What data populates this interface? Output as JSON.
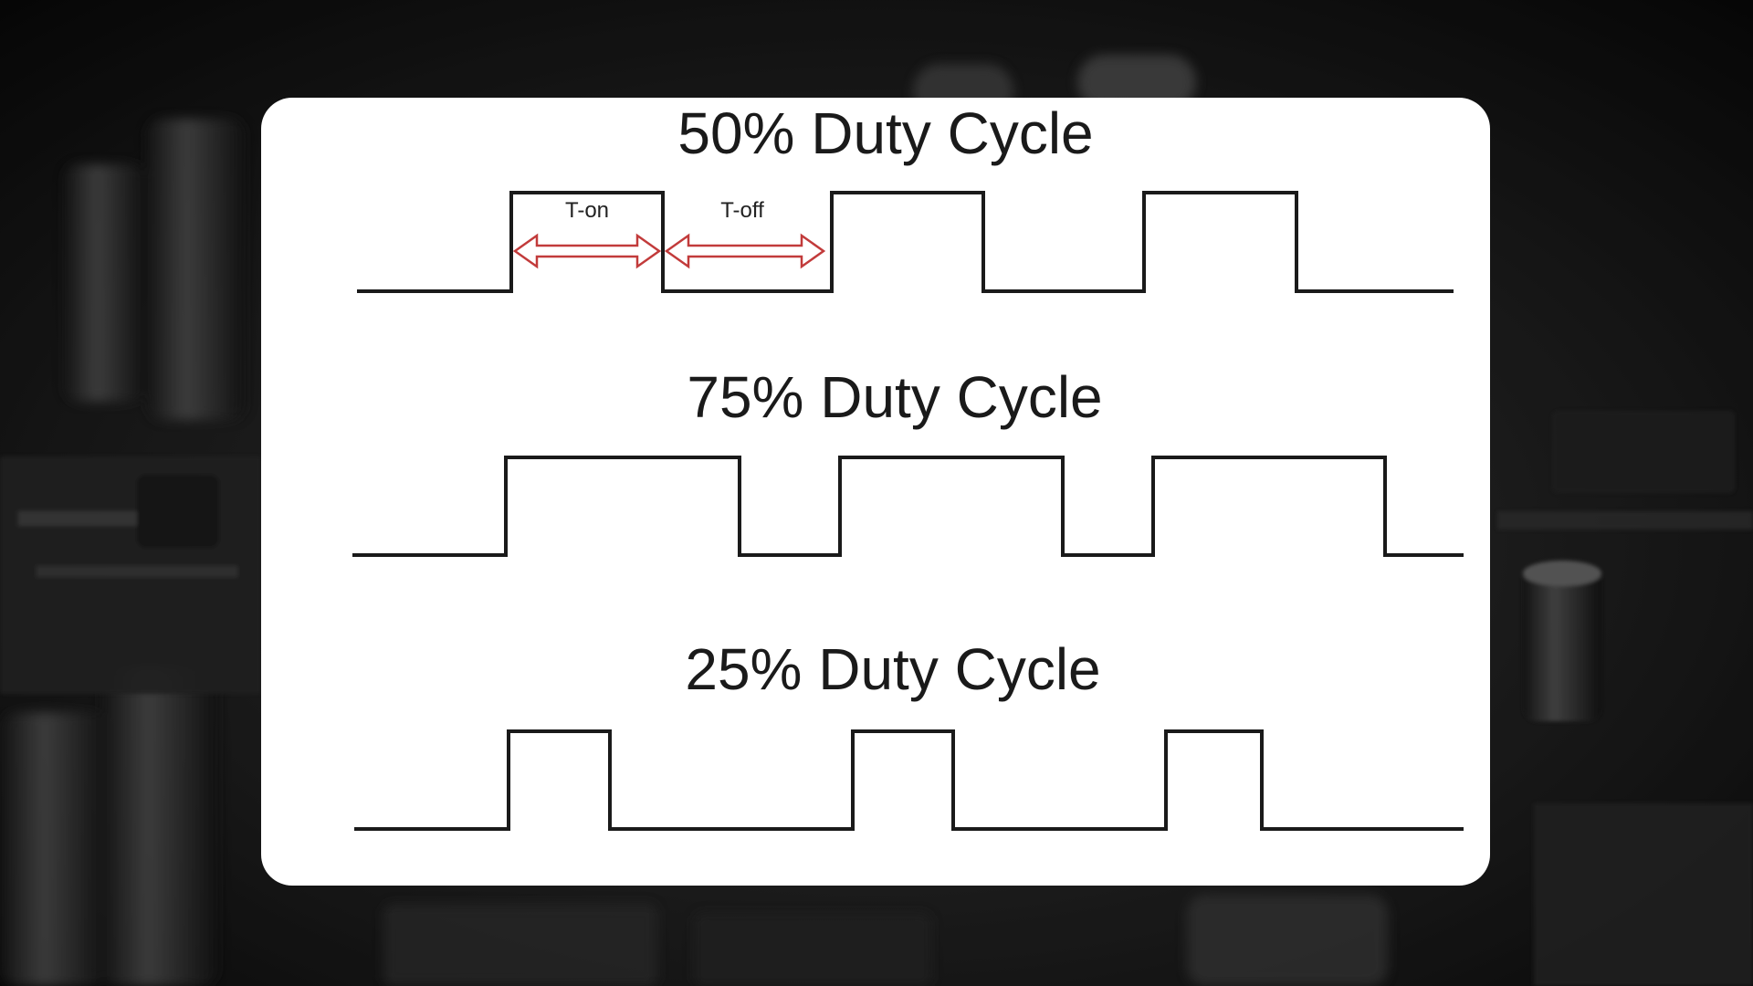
{
  "background": {
    "description_icon": "circuit-board-photo",
    "tone": "grayscale"
  },
  "colors": {
    "card": "#ffffff",
    "waveform": "#1a1a1a",
    "arrow_outline": "#c23b3b"
  },
  "panels": [
    {
      "title": "50% Duty Cycle",
      "duty_cycle_percent": 50,
      "annotations": {
        "t_on_label": "T-on",
        "t_off_label": "T-off"
      }
    },
    {
      "title": "75% Duty Cycle",
      "duty_cycle_percent": 75
    },
    {
      "title": "25% Duty Cycle",
      "duty_cycle_percent": 25
    }
  ]
}
